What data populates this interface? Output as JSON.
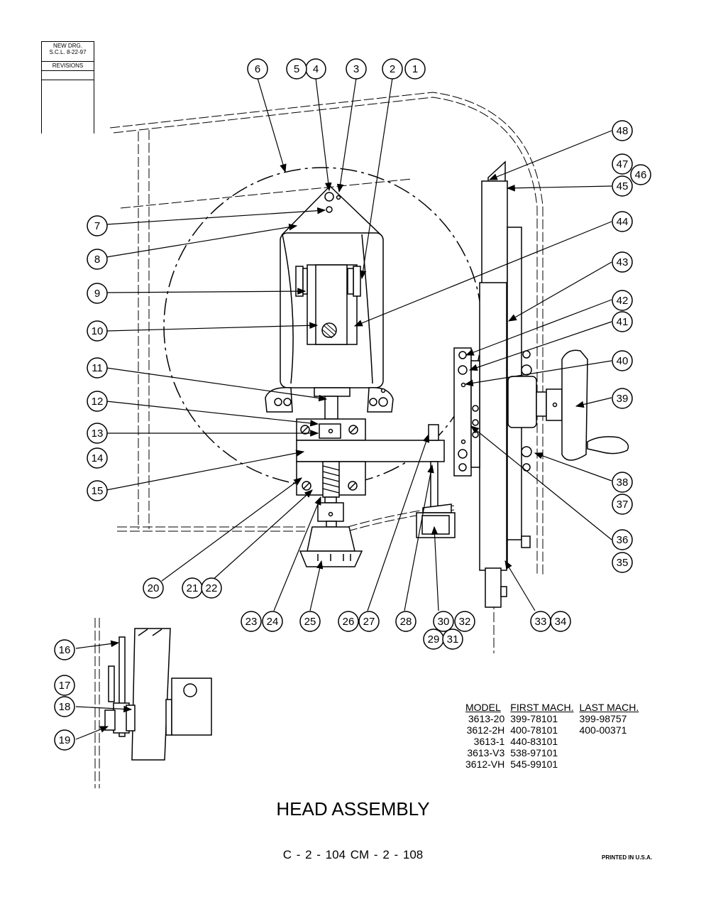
{
  "revision_block": {
    "line1": "NEW DRG.",
    "line2": "S.C.L.  8-22-97",
    "label": "REVISIONS"
  },
  "callouts": [
    "1",
    "2",
    "3",
    "4",
    "5",
    "6",
    "7",
    "8",
    "9",
    "10",
    "11",
    "12",
    "13",
    "14",
    "15",
    "16",
    "17",
    "18",
    "19",
    "20",
    "21",
    "22",
    "23",
    "24",
    "25",
    "26",
    "27",
    "28",
    "29",
    "30",
    "31",
    "32",
    "33",
    "34",
    "35",
    "36",
    "37",
    "38",
    "39",
    "40",
    "41",
    "42",
    "43",
    "44",
    "45",
    "46",
    "47",
    "48"
  ],
  "model_table": {
    "headers": [
      "MODEL",
      "FIRST MACH.",
      "LAST MACH."
    ],
    "rows": [
      [
        "3613-20",
        "399-78101",
        "399-98757"
      ],
      [
        "3612-2H",
        "400-78101",
        "400-00371"
      ],
      [
        "3613-1",
        "440-83101",
        ""
      ],
      [
        "3613-V3",
        "538-97101",
        ""
      ],
      [
        "3612-VH",
        "545-99101",
        ""
      ]
    ]
  },
  "title": "HEAD ASSEMBLY",
  "subtitle": "C - 2 - 104    CM - 2 - 108",
  "printed": "PRINTED IN U.S.A."
}
